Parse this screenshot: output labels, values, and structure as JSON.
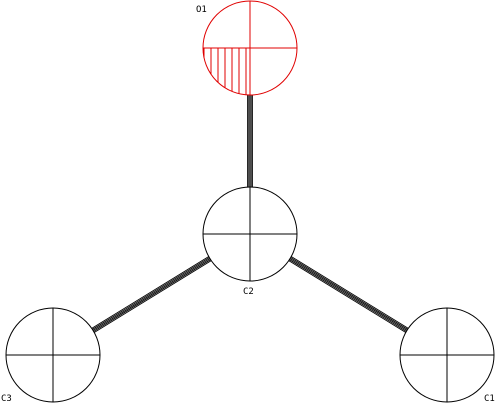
{
  "molecule": {
    "atoms": [
      {
        "id": "O1",
        "label": "O1",
        "element": "O",
        "color": "#e00000"
      },
      {
        "id": "C2",
        "label": "C2",
        "element": "C",
        "color": "#000000"
      },
      {
        "id": "C3",
        "label": "C3",
        "element": "C",
        "color": "#000000"
      },
      {
        "id": "C1",
        "label": "C1",
        "element": "C",
        "color": "#000000"
      }
    ],
    "bonds": [
      {
        "from": "C2",
        "to": "O1"
      },
      {
        "from": "C2",
        "to": "C3"
      },
      {
        "from": "C2",
        "to": "C1"
      }
    ]
  }
}
